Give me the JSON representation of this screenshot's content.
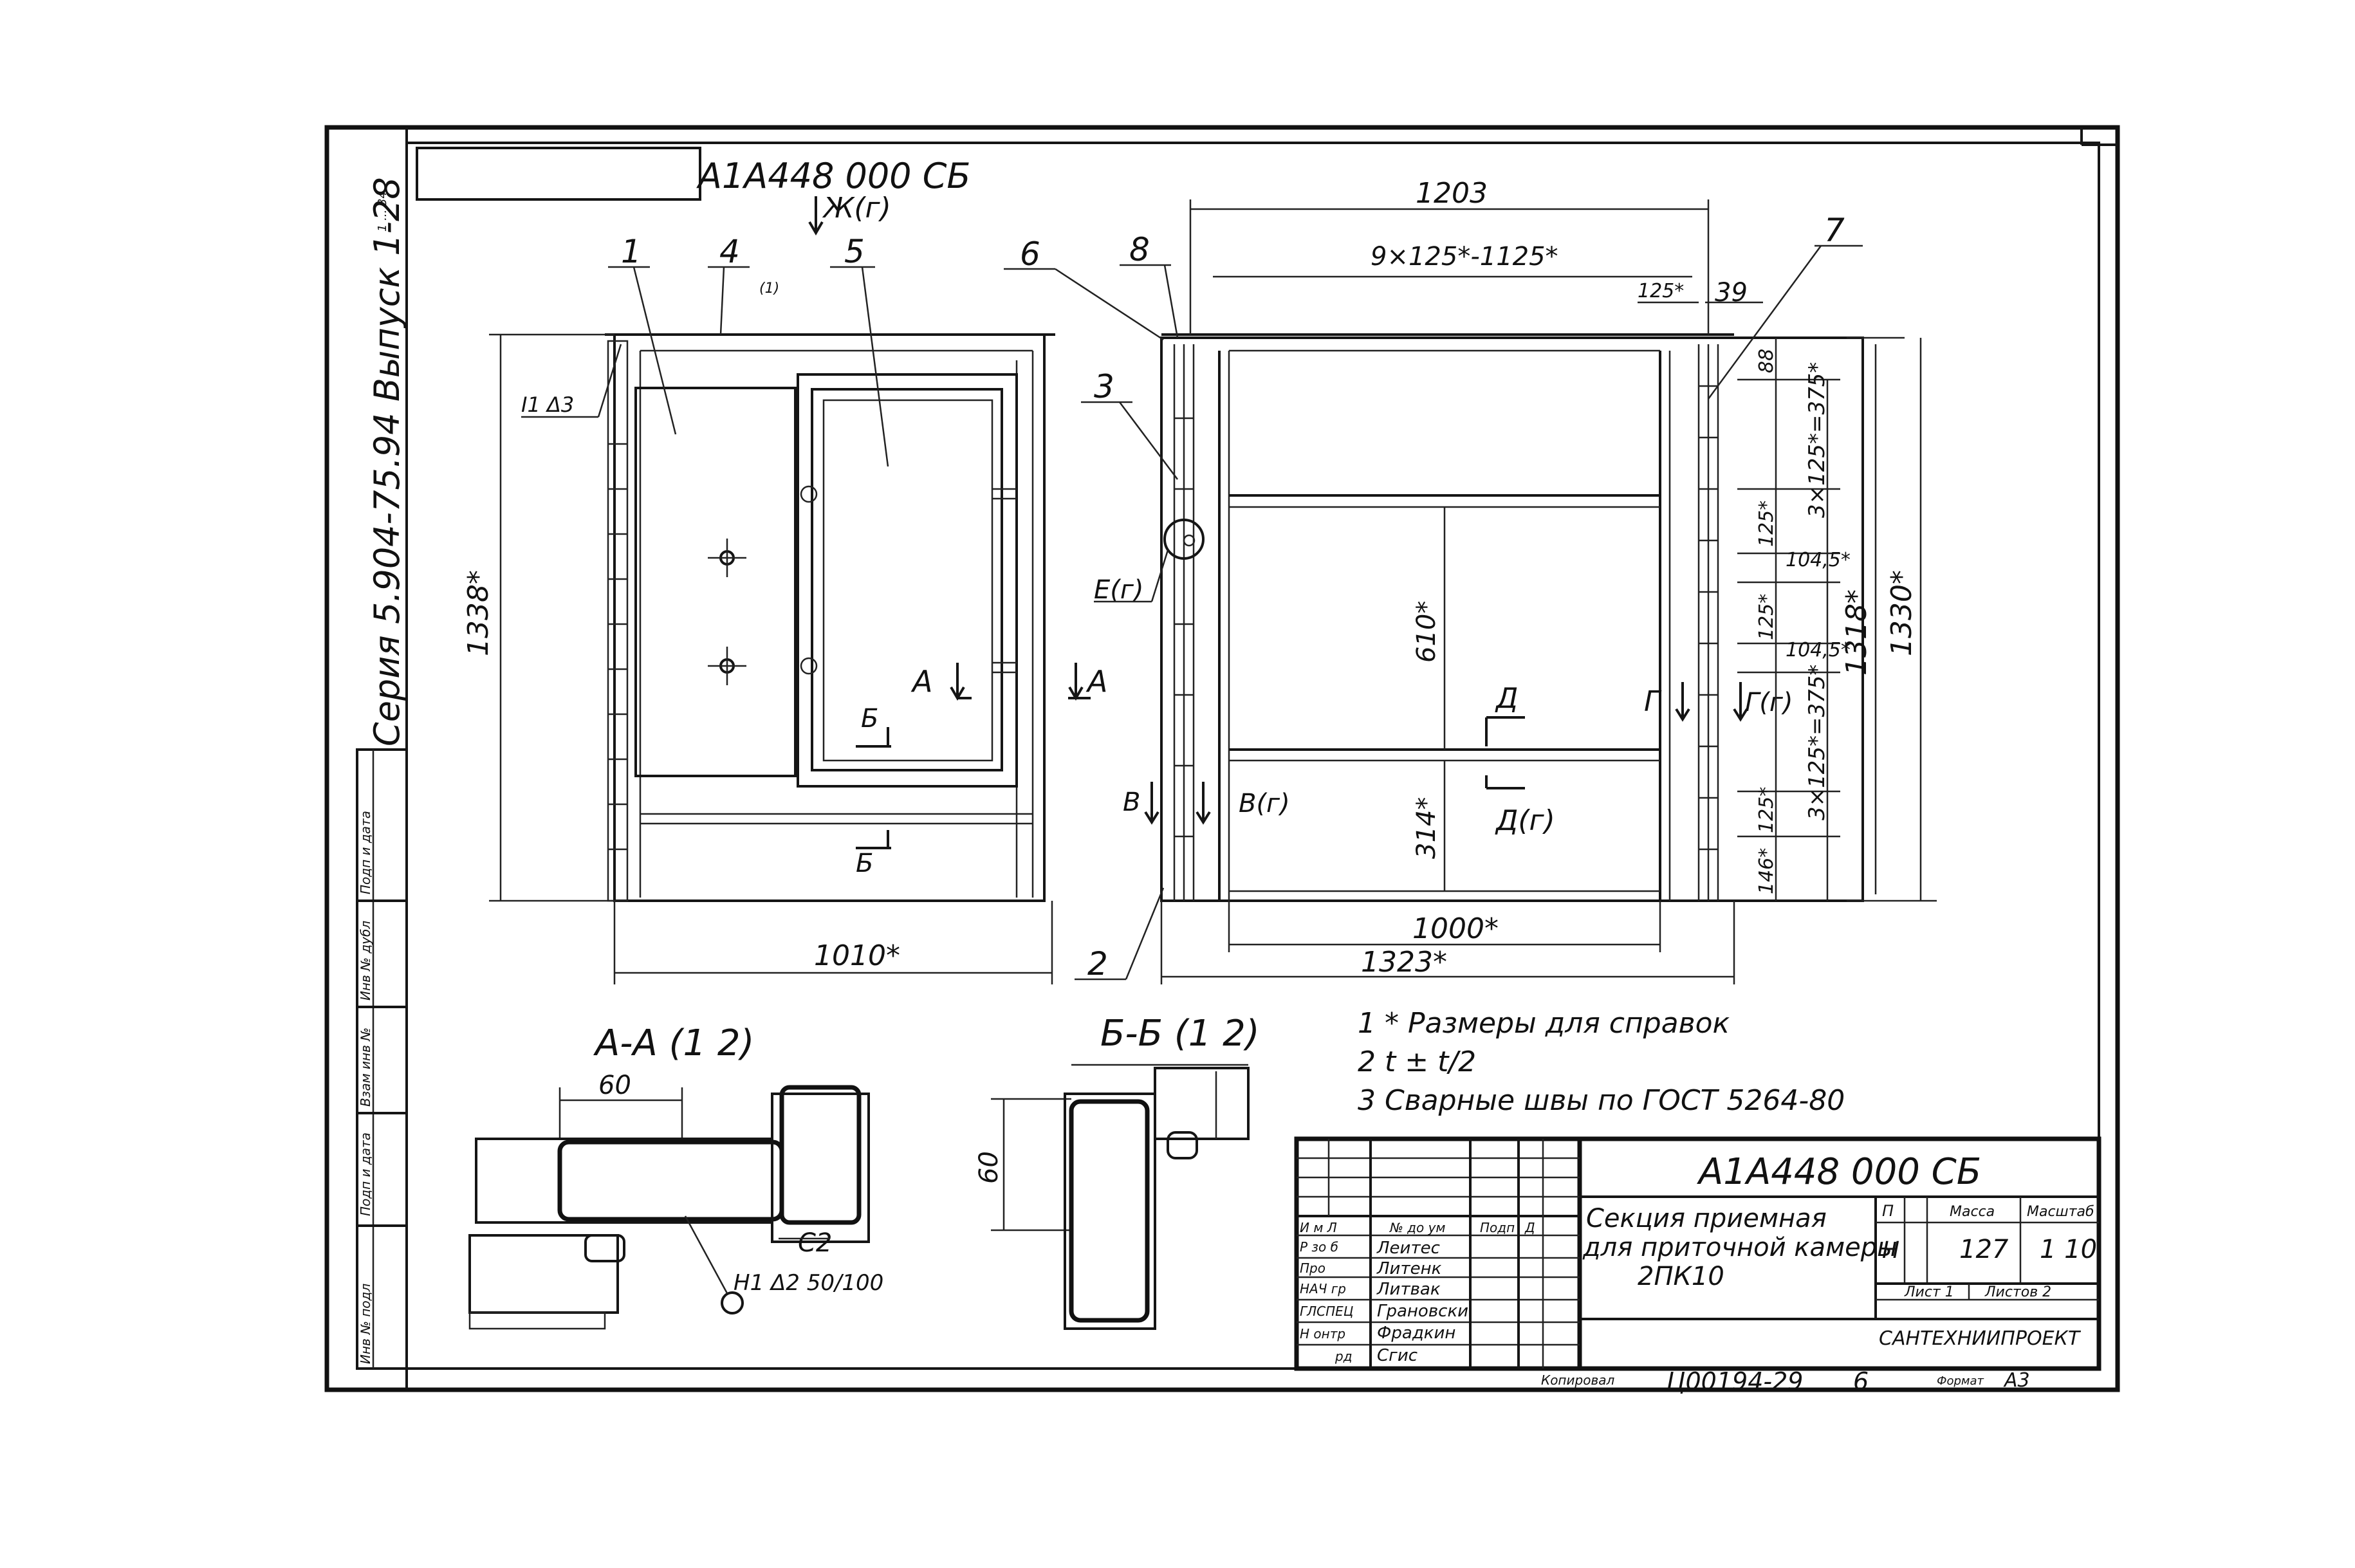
{
  "doc": {
    "vertical_code": "А1А448 000 СБ",
    "side_series": "Серия  5.904-75.94  Выпуск 1-28",
    "side_small": "1 ... 34"
  },
  "front_view": {
    "view_arrow": "Ж(г)",
    "callouts": [
      "1",
      "4",
      "5",
      "(1)"
    ],
    "ref_I1": "I1 Δ3",
    "dim_h": "1338*",
    "dim_w": "1010*",
    "sec_A": "А",
    "sec_B": "Б"
  },
  "side_view": {
    "callouts": [
      "6",
      "8",
      "7",
      "3",
      "2"
    ],
    "ref_E": "Е(г)",
    "ref_B": "В",
    "ref_Bg": "В(г)",
    "ref_G": "Г",
    "ref_Gg": "Г(г)",
    "ref_D": "Д",
    "ref_Dg": "Д(г)",
    "dim_1203": "1203",
    "dim_9x125": "9×125*-1125*",
    "dim_125": "125*",
    "dim_39": "39",
    "dim_88": "88",
    "dim_3x125_top": "3×125*=375*",
    "dim_125a": "125*",
    "dim_104_5a": "104,5*",
    "dim_125b": "125*",
    "dim_104_5b": "104,5*",
    "dim_3x125_bot": "3×125*=375*",
    "dim_125c": "125*",
    "dim_146": "146*",
    "dim_610": "610*",
    "dim_314": "314*",
    "dim_1318": "1318*",
    "dim_1330": "1330*",
    "dim_1000": "1000*",
    "dim_1323": "1323*"
  },
  "section_aa": {
    "title": "А-А (1 2)",
    "dim_60": "60",
    "ref_C2": "С2",
    "ref_H1": "Н1 Δ2 50/100"
  },
  "section_bb": {
    "title": "Б-Б (1 2)",
    "dim_60": "60"
  },
  "notes": [
    "1  * Размеры для справок",
    "2  t ± t/2",
    "3  Сварные швы по ГОСТ 5264-80"
  ],
  "title_block": {
    "code": "А1А448 000 СБ",
    "name_line1": "Секция приемная",
    "name_line2": "для приточной камеры",
    "name_line3": "2ПК10",
    "head_izm": "И м Л",
    "head_doc": "№ до ум",
    "head_podp": "Подп",
    "head_d": "Д",
    "rows": [
      {
        "role": "Р зо б",
        "name": "Леитес"
      },
      {
        "role": "Про",
        "name": "Литенк"
      },
      {
        "role": "НАЧ гр",
        "name": "Литвак"
      },
      {
        "role": "ГЛСПЕЦ",
        "name": "Грановски"
      },
      {
        "role": "Н онтр",
        "name": "Фрадкин"
      },
      {
        "role": "рд",
        "name": "Сгис"
      }
    ],
    "lit_label": "П",
    "lit_value": "Н",
    "mass_label": "Масса",
    "mass_value": "127",
    "scale_label": "Масштаб",
    "scale_value": "1 10",
    "sheet_label": "Лист 1",
    "sheets_label": "Листов 2",
    "org": "САНТЕХНИИПРОЕКТ",
    "copied_label": "Копировал",
    "copied_value": "Ц00194-29",
    "copied_num": "6",
    "format_label": "Формат",
    "format_value": "А3"
  },
  "left_strip": [
    "Инв № подл",
    "Подп и дата",
    "Взам инв №",
    "Инв № дубл",
    "Подп и дата"
  ]
}
